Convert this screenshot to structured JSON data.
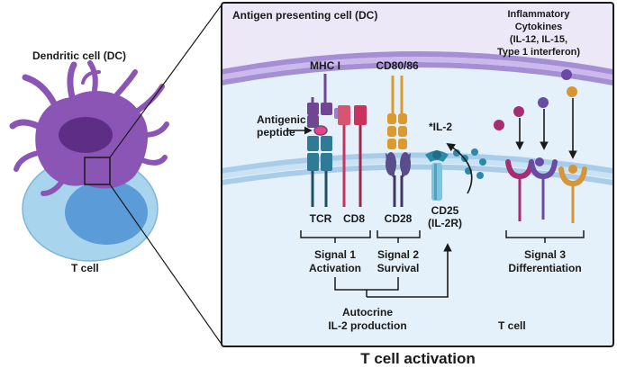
{
  "left_panel": {
    "dc_label": "Dendritic cell (DC)",
    "tcell_label": "T cell"
  },
  "panel": {
    "apc_label": "Antigen presenting cell (DC)",
    "cytokines_label": [
      "Inflammatory",
      "Cytokines",
      "(IL-12, IL-15,",
      "Type 1 interferon)"
    ],
    "tcell_label": "T cell"
  },
  "molecules": {
    "mhc_label": "MHC I",
    "cd80_label": "CD80/86",
    "antigen_label": [
      "Antigenic",
      "peptide"
    ],
    "il2_label": "*IL-2",
    "tcr_label": "TCR",
    "cd8_label": "CD8",
    "cd28_label": "CD28",
    "cd25_label": [
      "CD25",
      "(IL-2R)"
    ]
  },
  "signals": {
    "signal1": [
      "Signal 1",
      "Activation"
    ],
    "signal2": [
      "Signal 2",
      "Survival"
    ],
    "signal3": [
      "Signal 3",
      "Differentiation"
    ],
    "autocrine": [
      "Autocrine",
      "IL-2 production"
    ]
  },
  "caption": "T cell activation",
  "colors": {
    "apc_fill": "#ece8f7",
    "membrane_purple": "#a58fd4",
    "tcell_fill": "#e4f1fb",
    "membrane_blue": "#a9cde9",
    "dc_body": "#8b55b5",
    "dc_nucleus": "#5e2e86",
    "tcell_outer": "#a8d4ee",
    "tcell_inner": "#5b9bd8",
    "mhc": "#6e4691",
    "tcr": "#2f7a97",
    "cd8": "#c8325c",
    "cd80": "#dc9a2e",
    "cd28": "#5a4d8c",
    "il2": "#2c8aa6",
    "cytokine_magenta": "#a62d72",
    "cytokine_purple": "#6a4ba3",
    "cytokine_orange": "#d69636"
  }
}
